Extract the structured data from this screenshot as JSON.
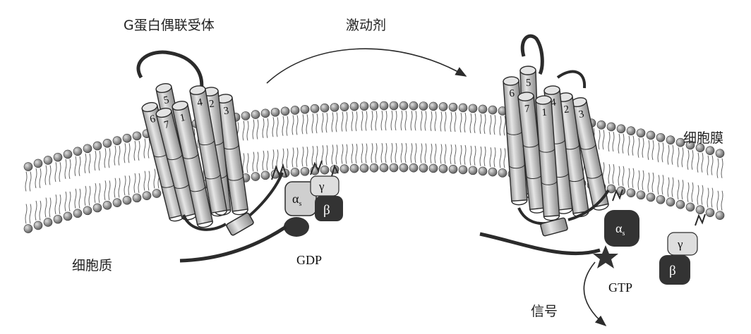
{
  "labels": {
    "gpcr": "G蛋白偶联受体",
    "agonist": "激动剂",
    "membrane": "细胞膜",
    "cytoplasm": "细胞质",
    "gdp": "GDP",
    "gtp": "GTP",
    "signal": "信号"
  },
  "helix_numbers": [
    "1",
    "2",
    "3",
    "4",
    "5",
    "6",
    "7"
  ],
  "subunits": {
    "alpha": "α",
    "alpha_sub": "s",
    "beta": "β",
    "gamma": "γ"
  },
  "colors": {
    "ink": "#2b2b2b",
    "head": "#8c8c8c",
    "cylinder": "#c9c9c9",
    "dark_subunit": "#333333",
    "light_subunit": "#cfcfcf"
  }
}
